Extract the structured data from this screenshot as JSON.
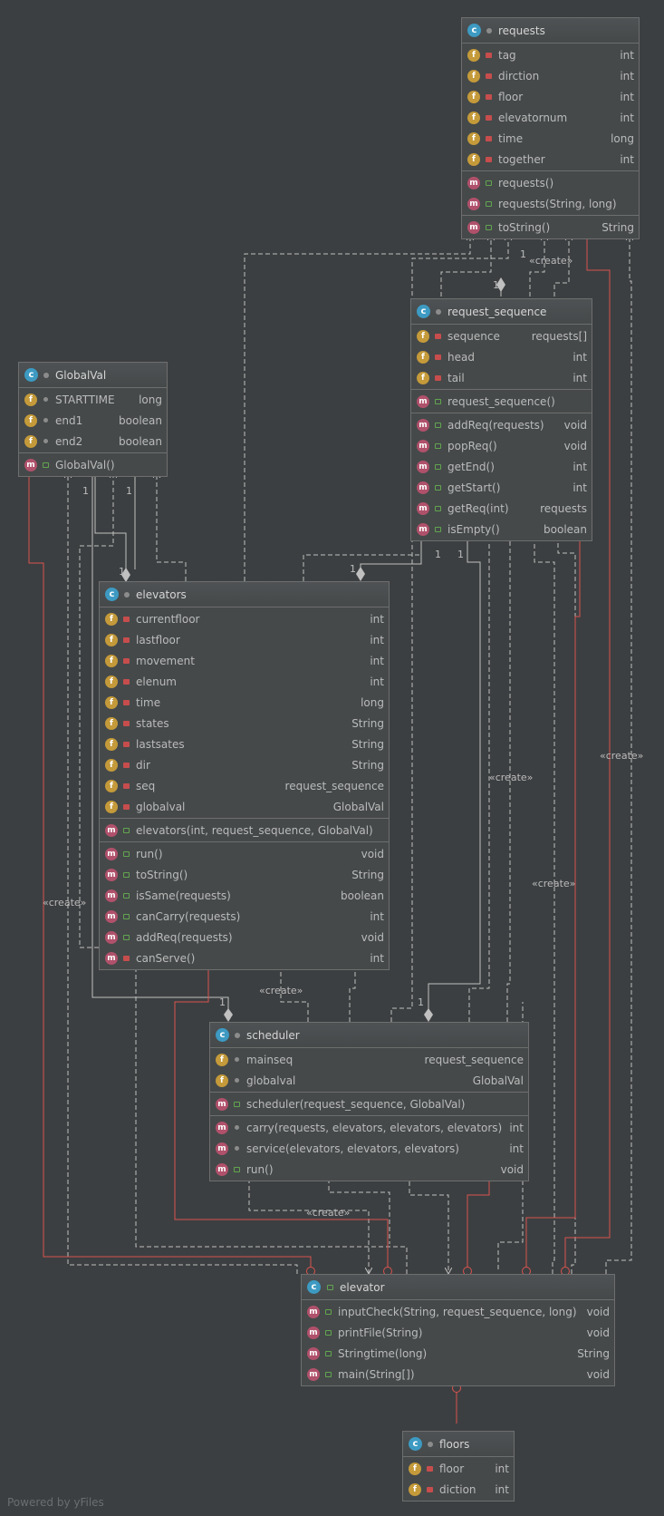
{
  "classes": {
    "requests": {
      "name": "requests",
      "fields": [
        {
          "name": "tag",
          "type": "int"
        },
        {
          "name": "dirction",
          "type": "int"
        },
        {
          "name": "floor",
          "type": "int"
        },
        {
          "name": "elevatornum",
          "type": "int"
        },
        {
          "name": "time",
          "type": "long"
        },
        {
          "name": "together",
          "type": "int"
        }
      ],
      "constructors": [
        {
          "name": "requests()",
          "type": ""
        },
        {
          "name": "requests(String, long)",
          "type": ""
        }
      ],
      "methods": [
        {
          "name": "toString()",
          "type": "String"
        }
      ]
    },
    "request_sequence": {
      "name": "request_sequence",
      "fields": [
        {
          "name": "sequence",
          "type": "requests[]"
        },
        {
          "name": "head",
          "type": "int"
        },
        {
          "name": "tail",
          "type": "int"
        }
      ],
      "constructors": [
        {
          "name": "request_sequence()",
          "type": ""
        }
      ],
      "methods": [
        {
          "name": "addReq(requests)",
          "type": "void"
        },
        {
          "name": "popReq()",
          "type": "void"
        },
        {
          "name": "getEnd()",
          "type": "int"
        },
        {
          "name": "getStart()",
          "type": "int"
        },
        {
          "name": "getReq(int)",
          "type": "requests"
        },
        {
          "name": "isEmpty()",
          "type": "boolean"
        }
      ]
    },
    "globalval": {
      "name": "GlobalVal",
      "fields": [
        {
          "name": "STARTTIME",
          "type": "long"
        },
        {
          "name": "end1",
          "type": "boolean"
        },
        {
          "name": "end2",
          "type": "boolean"
        }
      ],
      "constructors": [
        {
          "name": "GlobalVal()",
          "type": ""
        }
      ]
    },
    "elevators": {
      "name": "elevators",
      "fields": [
        {
          "name": "currentfloor",
          "type": "int"
        },
        {
          "name": "lastfloor",
          "type": "int"
        },
        {
          "name": "movement",
          "type": "int"
        },
        {
          "name": "elenum",
          "type": "int"
        },
        {
          "name": "time",
          "type": "long"
        },
        {
          "name": "states",
          "type": "String"
        },
        {
          "name": "lastsates",
          "type": "String"
        },
        {
          "name": "dir",
          "type": "String"
        },
        {
          "name": "seq",
          "type": "request_sequence"
        },
        {
          "name": "globalval",
          "type": "GlobalVal"
        }
      ],
      "constructors": [
        {
          "name": "elevators(int, request_sequence, GlobalVal)",
          "type": ""
        }
      ],
      "methods": [
        {
          "name": "run()",
          "type": "void"
        },
        {
          "name": "toString()",
          "type": "String"
        },
        {
          "name": "isSame(requests)",
          "type": "boolean"
        },
        {
          "name": "canCarry(requests)",
          "type": "int"
        },
        {
          "name": "addReq(requests)",
          "type": "void"
        },
        {
          "name": "canServe()",
          "type": "int"
        }
      ]
    },
    "scheduler": {
      "name": "scheduler",
      "fields": [
        {
          "name": "mainseq",
          "type": "request_sequence"
        },
        {
          "name": "globalval",
          "type": "GlobalVal"
        }
      ],
      "constructors": [
        {
          "name": "scheduler(request_sequence, GlobalVal)",
          "type": ""
        }
      ],
      "methods": [
        {
          "name": "carry(requests, elevators, elevators, elevators)",
          "type": "int"
        },
        {
          "name": "service(elevators, elevators, elevators)",
          "type": "int"
        },
        {
          "name": "run()",
          "type": "void"
        }
      ]
    },
    "elevator": {
      "name": "elevator",
      "methods": [
        {
          "name": "inputCheck(String, request_sequence, long)",
          "type": "void"
        },
        {
          "name": "printFile(String)",
          "type": "void"
        },
        {
          "name": "Stringtime(long)",
          "type": "String"
        },
        {
          "name": "main(String[])",
          "type": "void"
        }
      ]
    },
    "floors": {
      "name": "floors",
      "fields": [
        {
          "name": "floor",
          "type": "int"
        },
        {
          "name": "diction",
          "type": "int"
        }
      ]
    }
  },
  "labels": {
    "create": "«create»",
    "one": "1",
    "class_letter": "c",
    "field_letter": "f",
    "method_letter": "m"
  },
  "footer": "Powered by yFiles",
  "colors": {
    "background": "#3c3f41",
    "edge": "#c0c0c0",
    "nested_edge": "#d9534f",
    "field_icon": "#c49a3a",
    "method_icon": "#b0516b",
    "class_icon": "#3d9ac2"
  }
}
